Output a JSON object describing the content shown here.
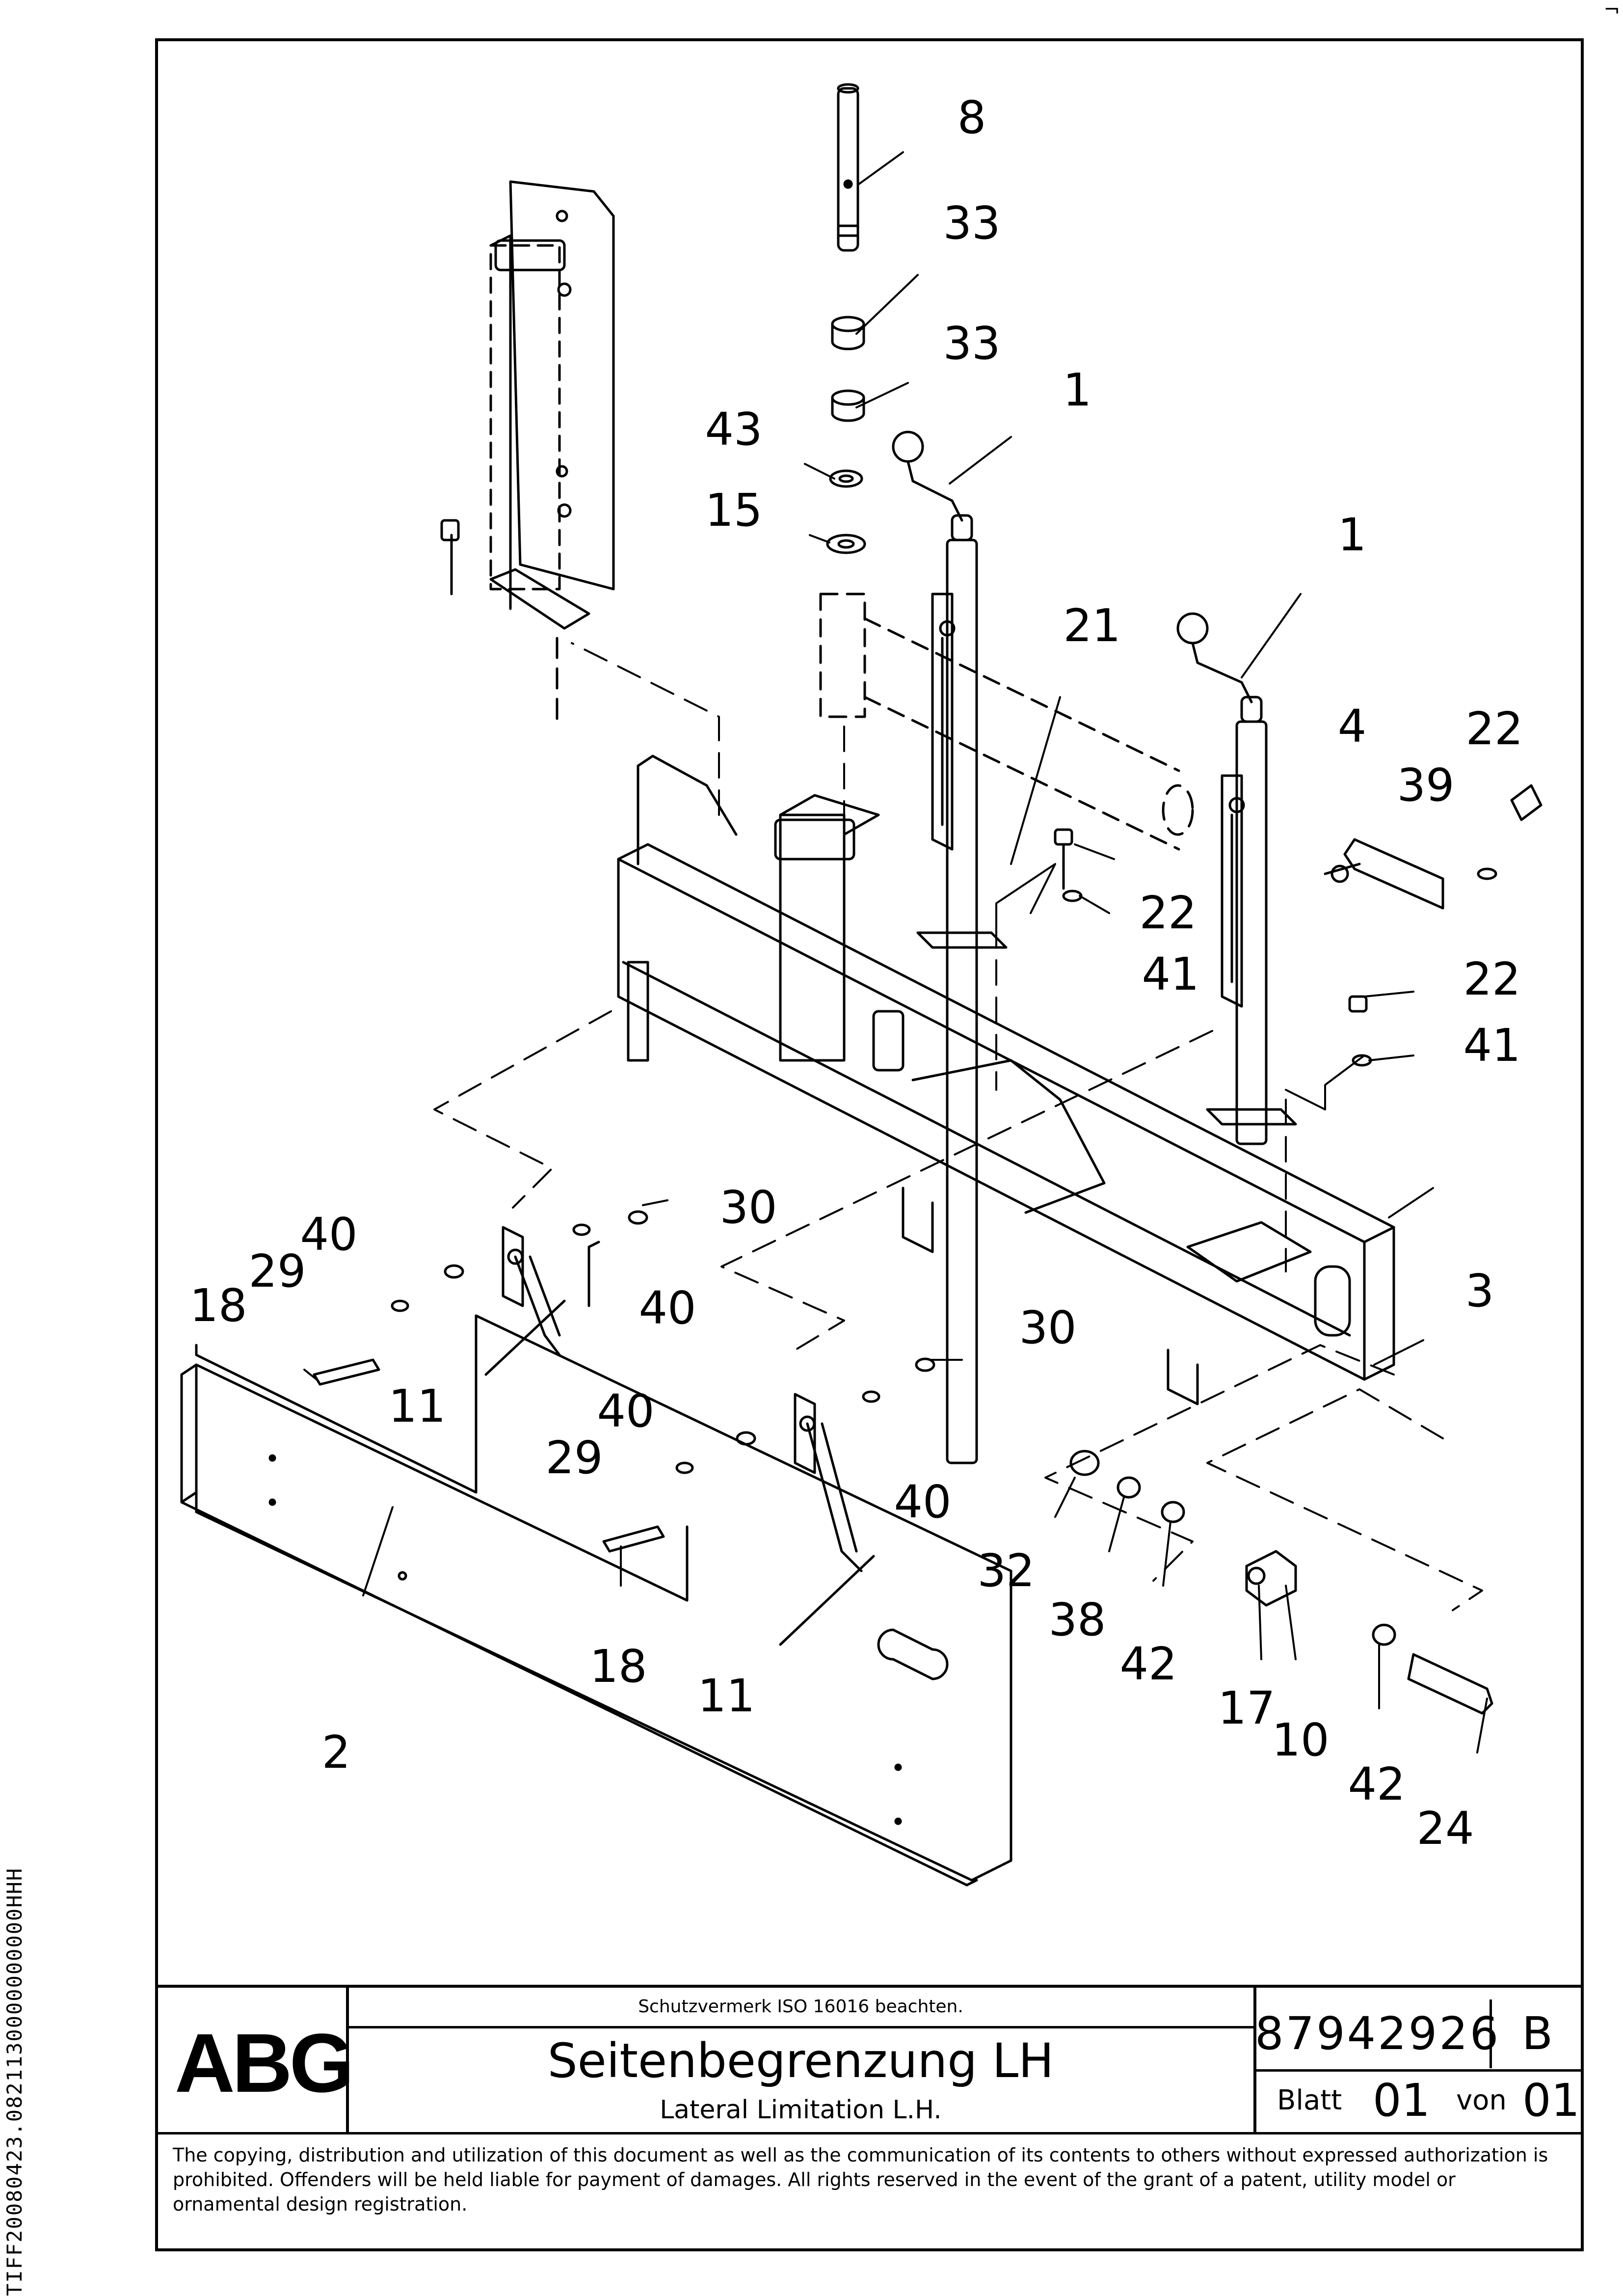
{
  "callouts": [
    "8",
    "33",
    "33",
    "1",
    "43",
    "15",
    "1",
    "21",
    "4",
    "22",
    "39",
    "22",
    "41",
    "22",
    "41",
    "30",
    "40",
    "29",
    "18",
    "40",
    "11",
    "30",
    "40",
    "29",
    "40",
    "3",
    "32",
    "38",
    "42",
    "17",
    "10",
    "18",
    "11",
    "2",
    "42",
    "24"
  ],
  "title_block": {
    "logo": "ABG",
    "notice": "Schutzvermerk ISO 16016 beachten.",
    "title_de": "Seitenbegrenzung LH",
    "title_en": "Lateral Limitation L.H.",
    "drawing_number": "87942926",
    "revision": "B",
    "sheet_label": "Blatt",
    "sheet_number": "01",
    "of_label": "von",
    "sheet_total": "01"
  },
  "copyright": "The copying, distribution and utilization of this document as well as the communication of its contents to others without expressed authorization is prohibited. Offenders will be held liable for payment of damages. All rights reserved in the event of the grant of a patent, utility model or ornamental design registration.",
  "side_code": "TIFF20080423.0821130000000000HHH",
  "colors": {
    "ink": "#000000",
    "paper": "#ffffff"
  }
}
